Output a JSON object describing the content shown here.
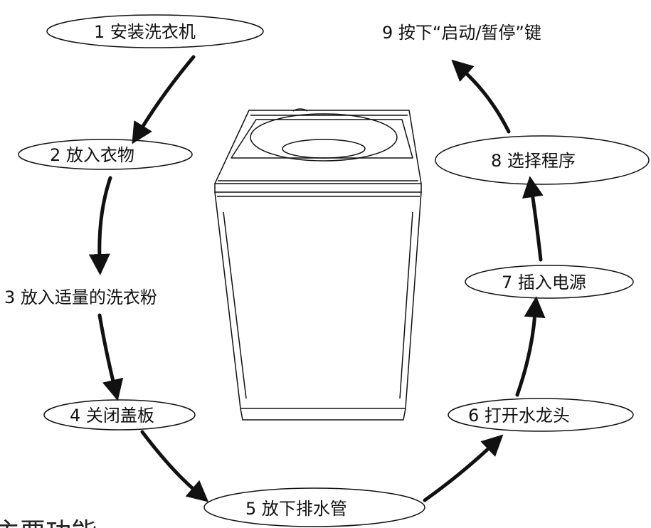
{
  "steps": [
    {
      "label": "1 安装洗衣机"
    },
    {
      "label": "2 放入衣物"
    },
    {
      "label": "3 放入适量的洗衣粉"
    },
    {
      "label": "4 关闭盖板"
    },
    {
      "label": "5  放下排水管"
    },
    {
      "label": "6 打开水龙头"
    },
    {
      "label": "7 插入电源"
    },
    {
      "label": "8 选择程序"
    },
    {
      "label": "9 按下“启动/暂停”键"
    }
  ],
  "caption": "主要功能",
  "colors": {
    "line": "#111111",
    "background": "#ffffff"
  }
}
